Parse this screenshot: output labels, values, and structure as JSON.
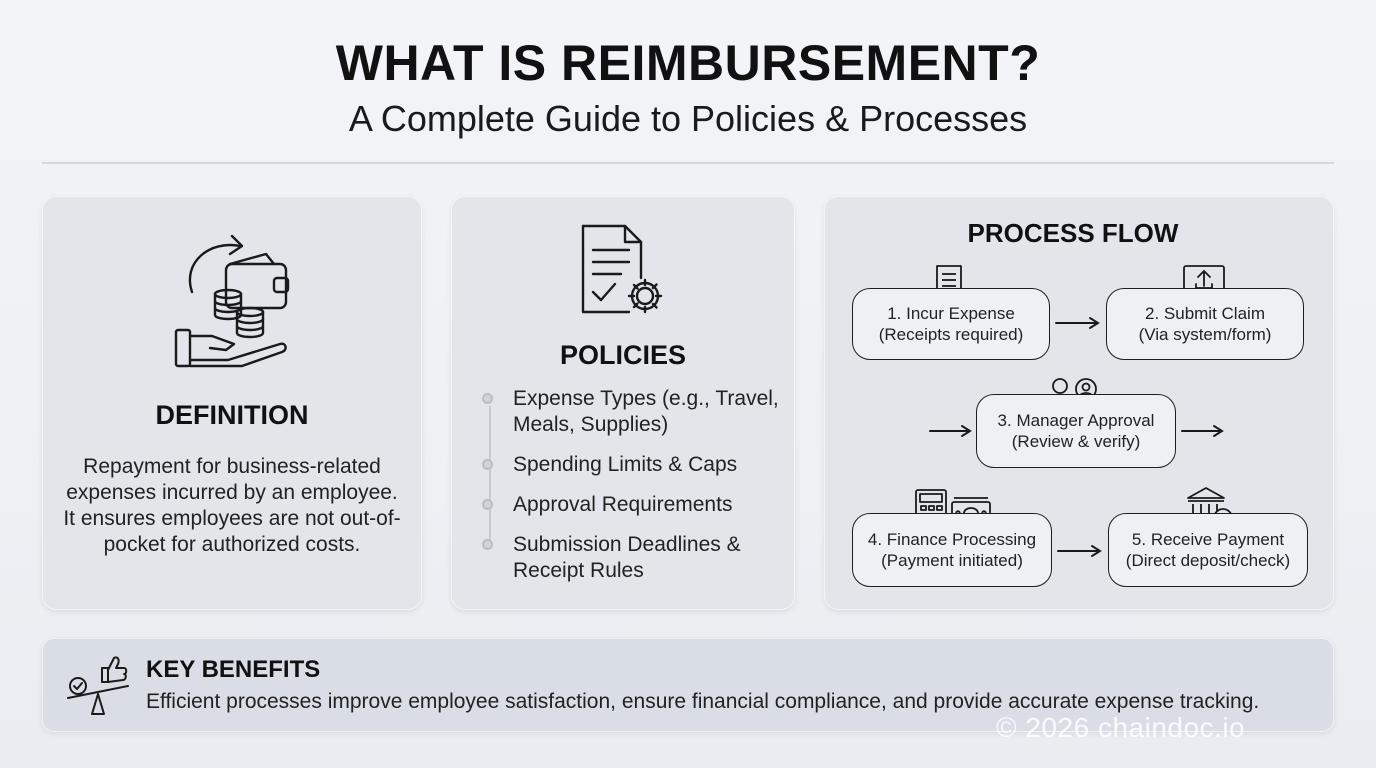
{
  "header": {
    "title": "WHAT IS REIMBURSEMENT?",
    "subtitle": "A Complete Guide to Policies & Processes"
  },
  "definition": {
    "heading": "DEFINITION",
    "text": "Repayment for business-related expenses incurred by an employee. It ensures employees are not out-of-pocket for authorized costs.",
    "icon": "hand-money-wallet-icon"
  },
  "policies": {
    "heading": "POLICIES",
    "icon": "document-gear-icon",
    "items": [
      {
        "label": "Expense Types (e.g., Travel, Meals, Supplies)"
      },
      {
        "label": "Spending Limits & Caps"
      },
      {
        "label": "Approval Requirements"
      },
      {
        "label": "Submission Deadlines & Receipt Rules"
      }
    ]
  },
  "process_flow": {
    "heading": "PROCESS FLOW",
    "steps": [
      {
        "title": "1. Incur Expense",
        "detail": "(Receipts required)",
        "icon": "receipt-icon"
      },
      {
        "title": "2. Submit Claim",
        "detail": "(Via system/form)",
        "icon": "monitor-upload-icon"
      },
      {
        "title": "3. Manager Approval",
        "detail": "(Review & verify)",
        "icon": "people-search-icon"
      },
      {
        "title": "4. Finance Processing",
        "detail": "(Payment initiated)",
        "icon": "calculator-cash-icon"
      },
      {
        "title": "5. Receive Payment",
        "detail": "(Direct deposit/check)",
        "icon": "bank-check-icon"
      }
    ]
  },
  "benefits": {
    "heading": "KEY BENEFITS",
    "text": "Efficient processes improve employee satisfaction, ensure financial compliance, and provide accurate expense tracking.",
    "icon": "balance-thumbs-up-icon"
  },
  "watermark": "© 2026 chaindoc.io"
}
